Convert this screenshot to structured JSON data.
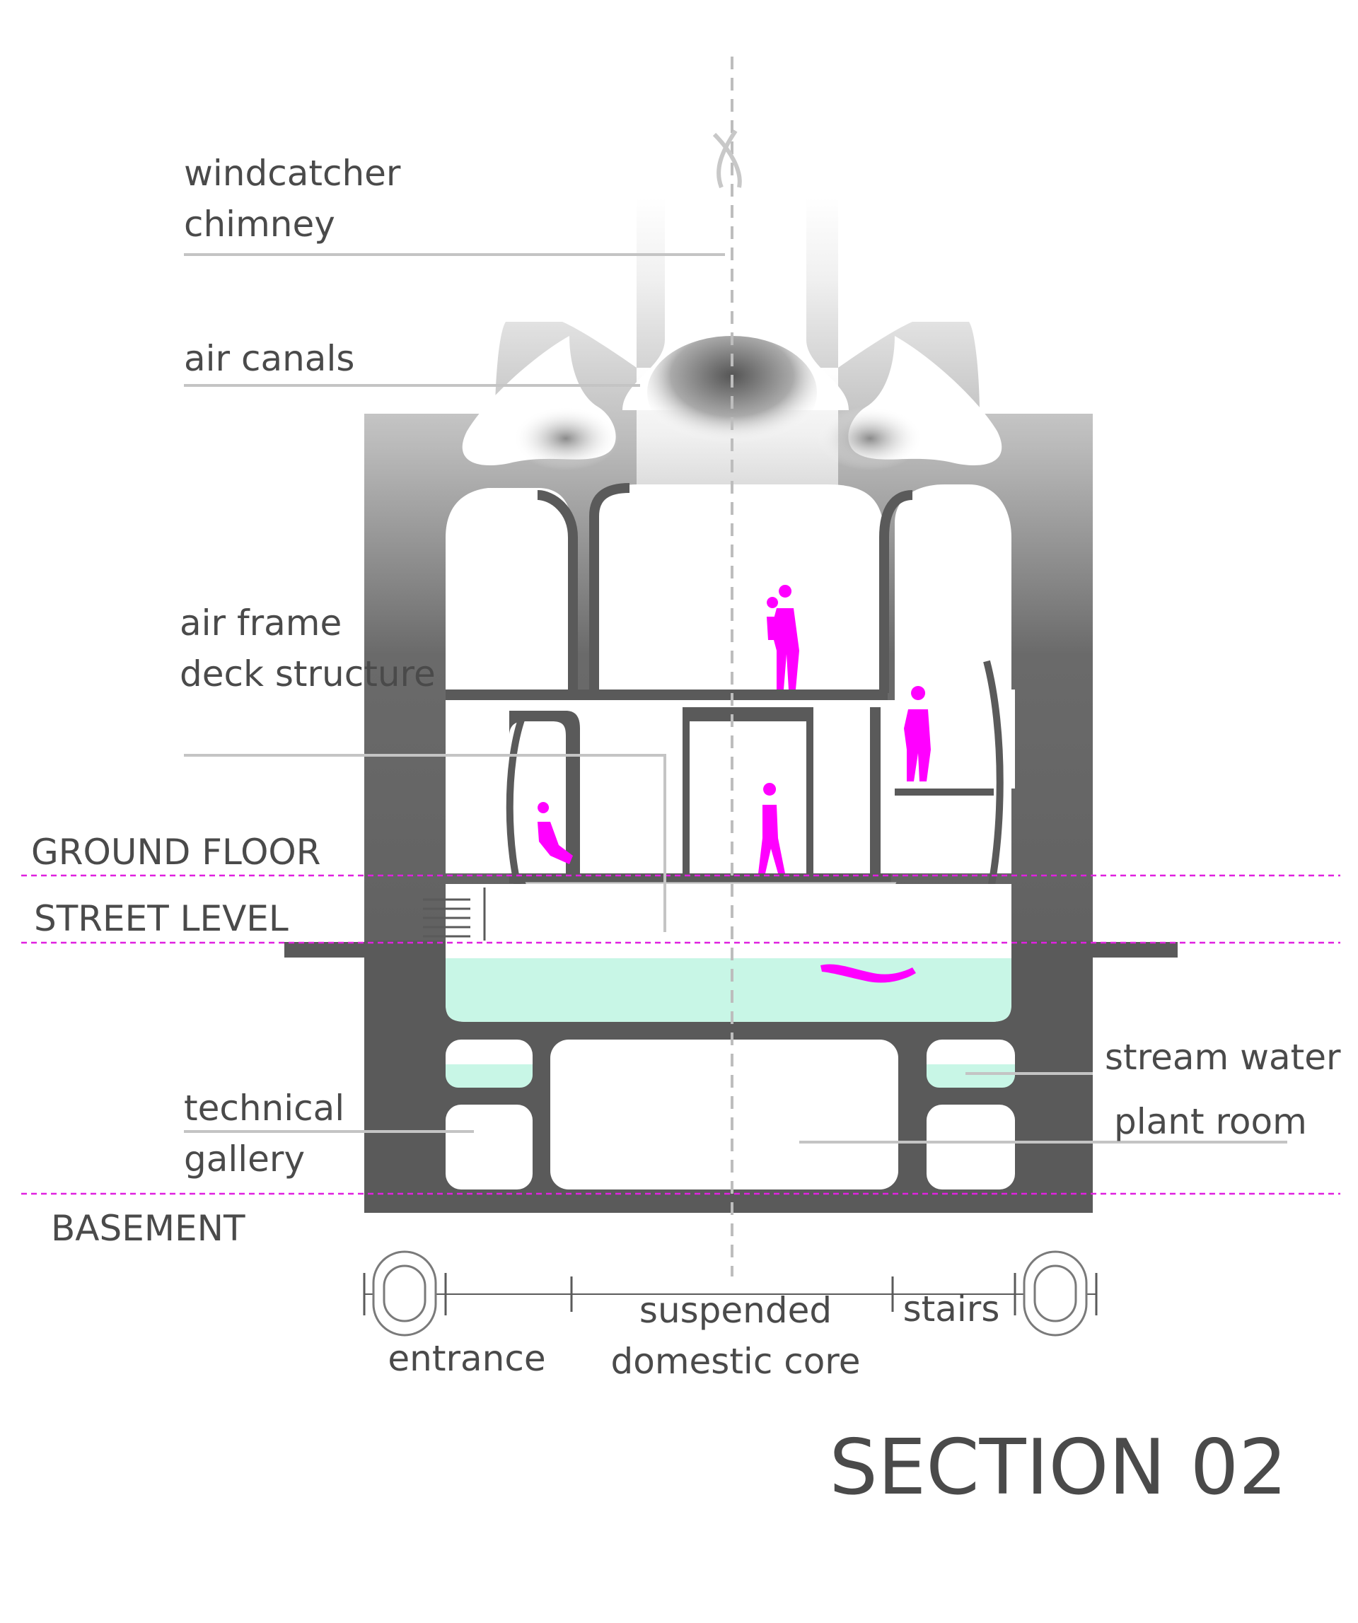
{
  "labels": {
    "windcatcher_line1": "windcatcher",
    "windcatcher_line2": "chimney",
    "air_canals": "air canals",
    "air_frame_line1": "air frame",
    "air_frame_line2": "deck structure",
    "technical_line1": "technical",
    "technical_line2": "gallery",
    "stream_water": "stream water",
    "plant_room": "plant room"
  },
  "levels": {
    "ground_floor": "GROUND FLOOR",
    "street_level": "STREET LEVEL",
    "basement": "BASEMENT"
  },
  "dimensions": {
    "entrance": "entrance",
    "core_line1": "suspended",
    "core_line2": "domestic core",
    "stairs": "stairs"
  },
  "title": "SECTION 02",
  "colors": {
    "structure": "#5a5a5a",
    "water": "#c8f6e6",
    "people": "#ff00ff",
    "level_line": "#e020e0",
    "label_text": "#4a4a4a",
    "leader_line": "#c4c4c4"
  }
}
